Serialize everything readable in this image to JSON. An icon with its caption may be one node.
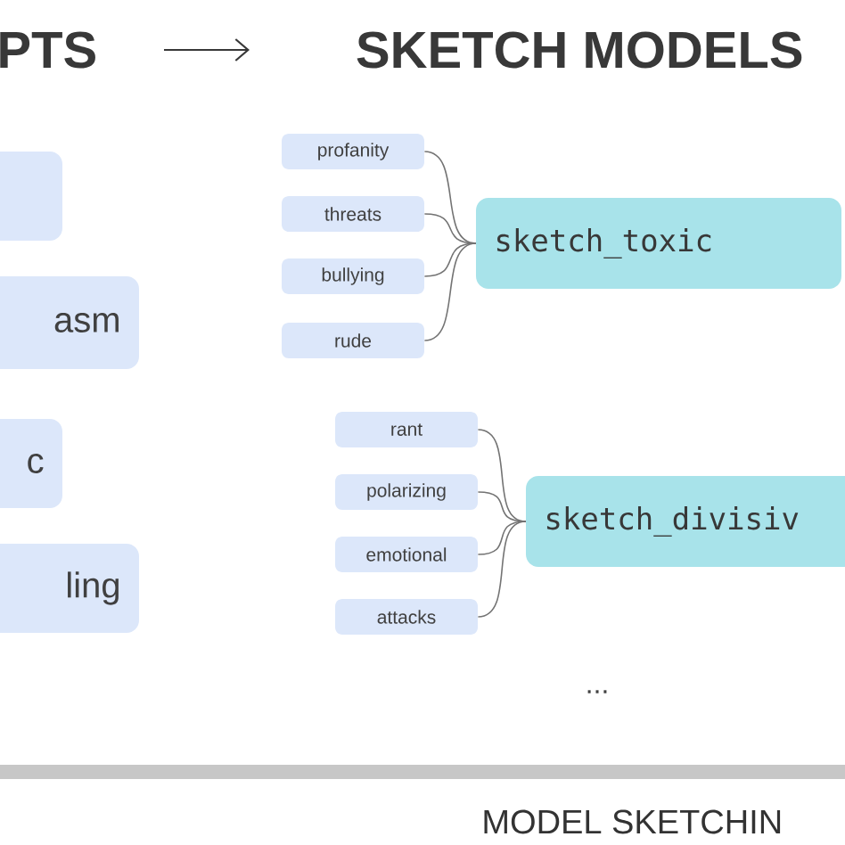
{
  "diagram": {
    "nodes": [
      {
        "text": [],
        "shape": "box"
      },
      {
        "text": [
          "asm"
        ]
      },
      {
        "text": [
          "c"
        ]
      },
      {
        "text": [
          "ling"
        ]
      },
      {
        "text": [
          "profanity"
        ]
      },
      {
        "text": [
          "threats"
        ]
      },
      {
        "text": [
          "bullying"
        ]
      },
      {
        "text": [
          "rude"
        ]
      },
      {
        "text": [
          "sketch_toxic"
        ]
      },
      {
        "text": [
          "rant"
        ]
      },
      {
        "text": [
          "polarizing"
        ]
      },
      {
        "text": [
          "emotional"
        ]
      },
      {
        "text": [
          "attacks"
        ]
      },
      {
        "text": [
          "sketch_divisiv"
        ]
      }
    ],
    "edges": [
      {
        "from": 4,
        "to": 8,
        "arrow": "none"
      },
      {
        "from": 5,
        "to": 8,
        "arrow": "none"
      },
      {
        "from": 6,
        "to": 8,
        "arrow": "none"
      },
      {
        "from": 7,
        "to": 8,
        "arrow": "none"
      },
      {
        "from": 9,
        "to": 13,
        "arrow": "none"
      },
      {
        "from": 10,
        "to": 13,
        "arrow": "none"
      },
      {
        "from": 11,
        "to": 13,
        "arrow": "none"
      },
      {
        "from": 12,
        "to": 13,
        "arrow": "none"
      }
    ],
    "labels": [
      "PTS",
      "SKETCH MODELS",
      "...",
      "MODEL SKETCHIN"
    ]
  }
}
